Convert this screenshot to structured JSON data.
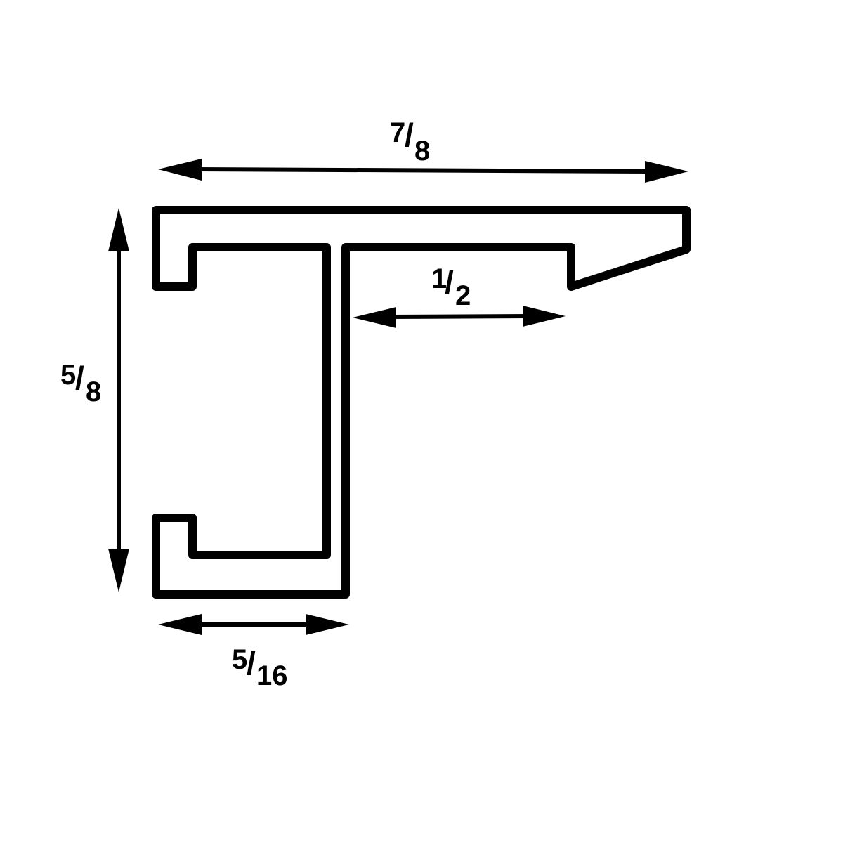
{
  "diagram": {
    "type": "profile-cross-section",
    "description": "Frame moulding profile with dimensions in inches",
    "colors": {
      "stroke": "#000000",
      "background": "#ffffff"
    },
    "dimensions": {
      "width": {
        "numerator": "7",
        "slash": "/",
        "denominator": "8",
        "value": "7/8"
      },
      "height": {
        "numerator": "5",
        "slash": "/",
        "denominator": "8",
        "value": "5/8"
      },
      "rabbet": {
        "numerator": "1",
        "slash": "/",
        "denominator": "2",
        "value": "1/2"
      },
      "channel": {
        "numerator": "5",
        "slash": "/",
        "denominator": "16",
        "value": "5/16"
      }
    }
  }
}
